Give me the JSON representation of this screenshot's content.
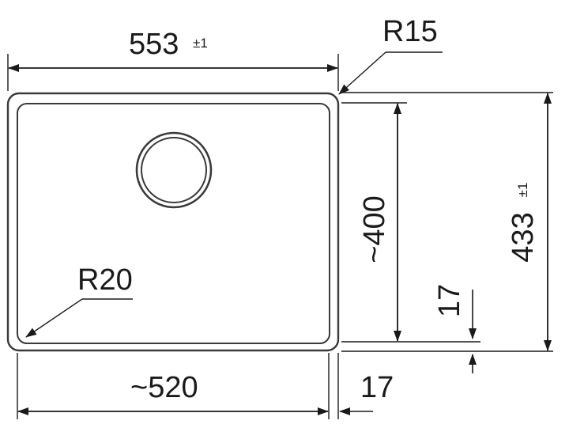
{
  "drawing": {
    "colors": {
      "ink": "#1a1a1a",
      "outline": "#3a3a3a",
      "background": "#ffffff"
    },
    "dimensions": {
      "overall_width": {
        "value": "553",
        "tolerance": "±1"
      },
      "corner_radius_outer": {
        "value": "R15"
      },
      "corner_radius_inner": {
        "value": "R20"
      },
      "overall_depth": {
        "value": "433",
        "tolerance": "±1"
      },
      "bowl_depth": {
        "value": "~400"
      },
      "rim_vertical": {
        "value": "17"
      },
      "bowl_width": {
        "value": "~520"
      },
      "rim_horizontal": {
        "value": "17"
      }
    }
  }
}
